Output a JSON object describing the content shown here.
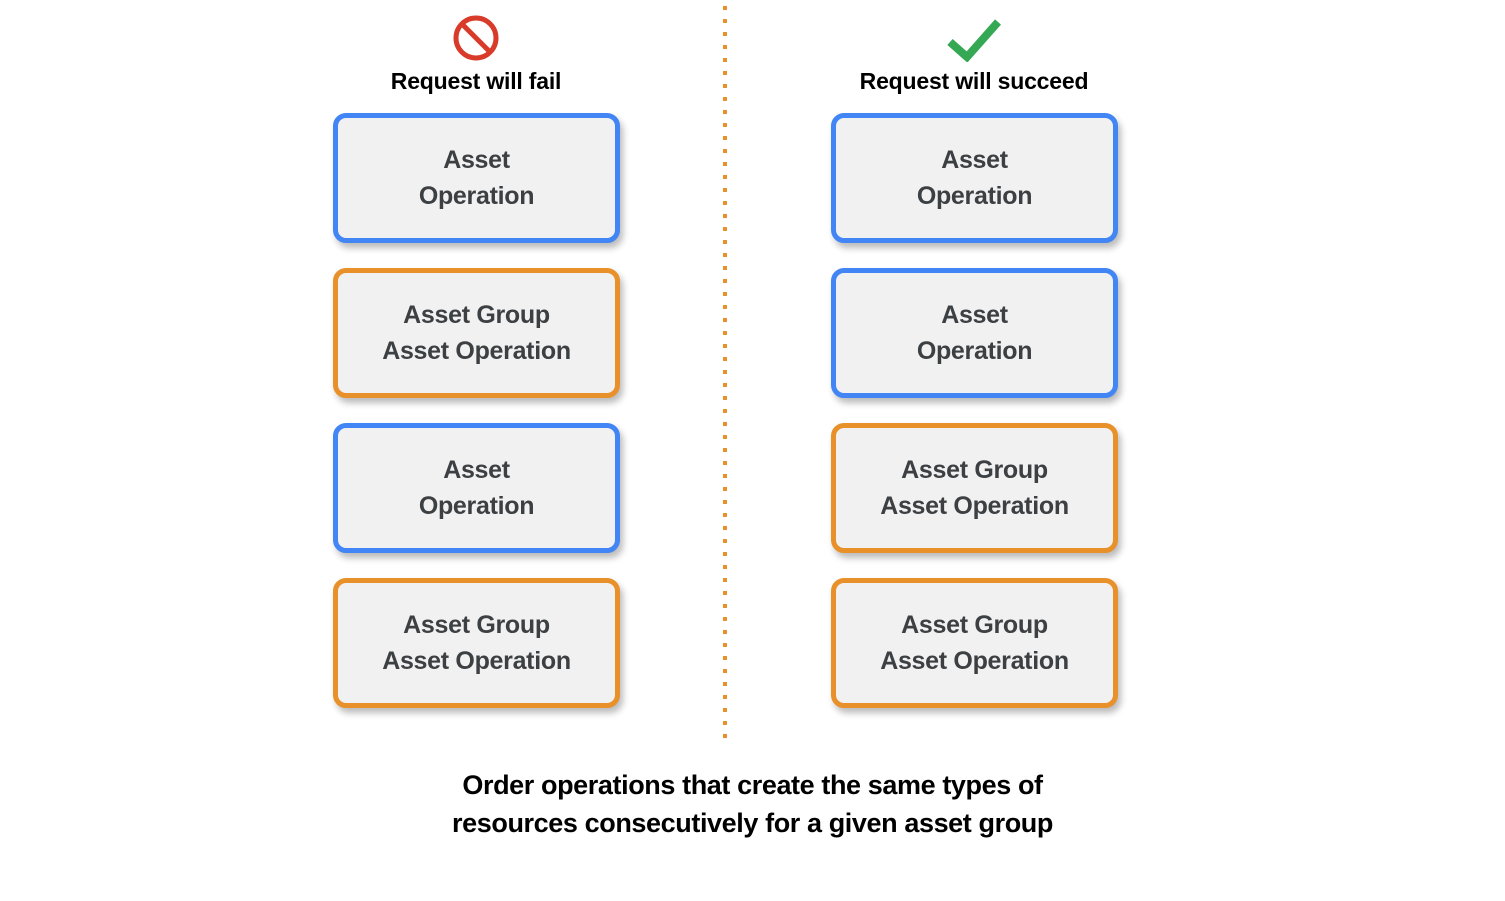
{
  "colors": {
    "blue": "#4285F4",
    "orange": "#E8912A",
    "red": "#D93B2B",
    "green": "#34A853",
    "box_fill": "#F1F1F1",
    "box_text": "#3C4043",
    "heading_text": "#000000",
    "background": "#FFFFFF"
  },
  "columns": [
    {
      "id": "fail",
      "icon": "prohibited-icon",
      "header": "Request will fail",
      "boxes": [
        {
          "accent": "blue",
          "lines": [
            "Asset",
            "Operation"
          ]
        },
        {
          "accent": "orange",
          "lines": [
            "Asset Group",
            "Asset Operation"
          ]
        },
        {
          "accent": "blue",
          "lines": [
            "Asset",
            "Operation"
          ]
        },
        {
          "accent": "orange",
          "lines": [
            "Asset Group",
            "Asset Operation"
          ]
        }
      ]
    },
    {
      "id": "succeed",
      "icon": "checkmark-icon",
      "header": "Request will succeed",
      "boxes": [
        {
          "accent": "blue",
          "lines": [
            "Asset",
            "Operation"
          ]
        },
        {
          "accent": "blue",
          "lines": [
            "Asset",
            "Operation"
          ]
        },
        {
          "accent": "orange",
          "lines": [
            "Asset Group",
            "Asset Operation"
          ]
        },
        {
          "accent": "orange",
          "lines": [
            "Asset Group",
            "Asset Operation"
          ]
        }
      ]
    }
  ],
  "caption": {
    "lines": [
      "Order operations that create the same types of",
      "resources consecutively for a given asset group"
    ]
  }
}
